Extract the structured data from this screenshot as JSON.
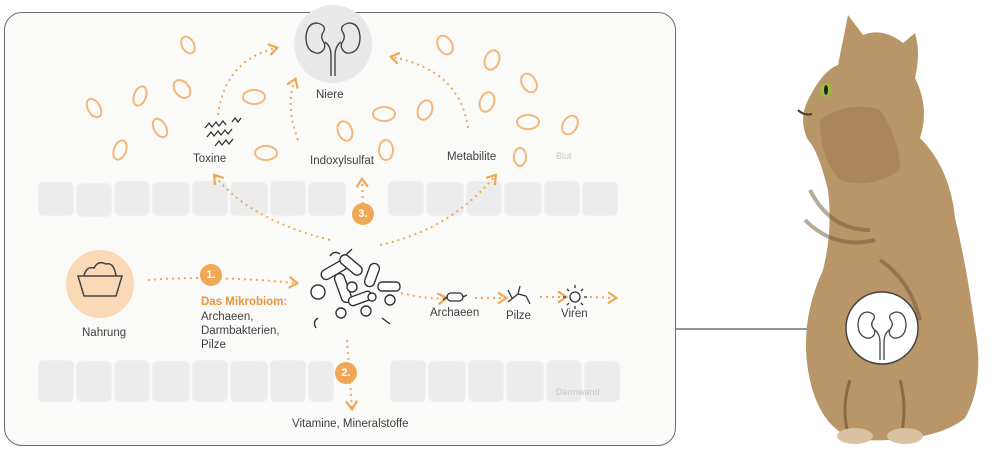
{
  "labels": {
    "niere": "Niere",
    "toxine": "Toxine",
    "indoxylsulfat": "Indoxylsulfat",
    "metabolite": "Metabilite",
    "blut": "Blut",
    "nahrung": "Nahrung",
    "mikrobiom_title": "Das Mikrobiom:",
    "mikrobiom_line1": "Archaeen,",
    "mikrobiom_line2": "Darmbakterien,",
    "mikrobiom_line3": "Pilze",
    "archaeen": "Archaeen",
    "pilze": "Pilze",
    "viren": "Viren",
    "darmwand": "Darmwand",
    "vitamine": "Vitamine, Mineralstoffe"
  },
  "steps": {
    "one": "1.",
    "two": "2.",
    "three": "3."
  },
  "colors": {
    "accent": "#f0a857",
    "cell": "#ededed",
    "line": "#555555"
  },
  "icons": [
    "kidney-icon",
    "food-bowl-icon",
    "microbiome-icon",
    "toxin-squiggle-icon",
    "archaea-icon",
    "fungi-icon",
    "virus-icon",
    "cat-photo"
  ]
}
